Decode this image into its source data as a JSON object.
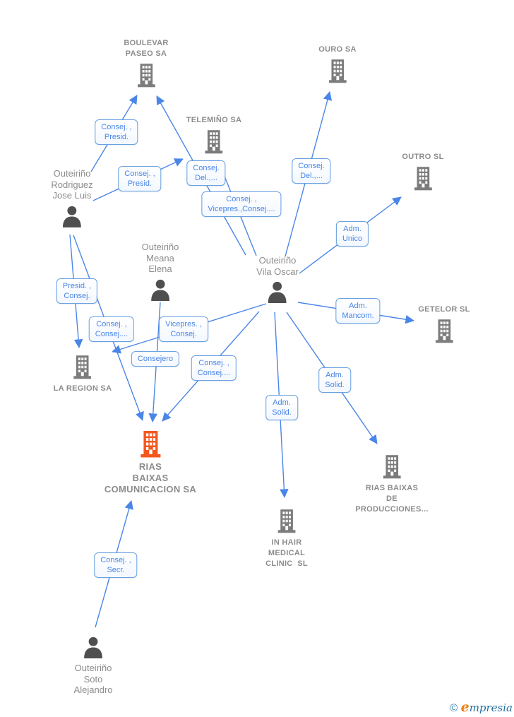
{
  "colors": {
    "edge_blue": "#4a86e8",
    "box_border_blue": "#6aa1e0",
    "box_text_blue": "#4a86e8",
    "label_gray": "#8c8c8c",
    "building_gray": "#7c7c7c",
    "person_gray": "#4f4f4f",
    "highlight_orange": "#f4581f",
    "watermark_blue": "#2a7ca7",
    "watermark_orange": "#ef8113"
  },
  "companies": [
    {
      "name": "BOULEVAR\nPASEO SA"
    },
    {
      "name": "OURO SA"
    },
    {
      "name": "TELEMIÑO SA"
    },
    {
      "name": "OUTRO SL"
    },
    {
      "name": "GETELOR SL"
    },
    {
      "name": "LA REGION SA"
    },
    {
      "name": "RIAS\nBAIXAS\nCOMUNICACION SA"
    },
    {
      "name": "RIAS BAIXAS\nDE\nPRODUCCIONES..."
    },
    {
      "name": "IN HAIR\nMEDICAL\nCLINIC  SL"
    }
  ],
  "persons": [
    {
      "name": "Outeiriño\nRodriguez\nJose Luis"
    },
    {
      "name": "Outeiriño\nMeana\nElena"
    },
    {
      "name": "Outeiriño\nVila Oscar"
    },
    {
      "name": "Outeiriño\nSoto\nAlejandro"
    }
  ],
  "edges": [
    {
      "from": "Outeiriño Rodriguez Jose Luis",
      "to": "BOULEVAR PASEO SA",
      "text": "Consej. ,\nPresid."
    },
    {
      "from": "Outeiriño Rodriguez Jose Luis",
      "to": "TELEMIÑO SA",
      "text": "Consej. ,\nPresid."
    },
    {
      "from": "Outeiriño Vila Oscar",
      "to": "BOULEVAR PASEO SA",
      "text": "Consej.\nDel.,..."
    },
    {
      "from": "Outeiriño Vila Oscar",
      "to": "TELEMIÑO SA",
      "text": "Consej. ,\nVicepres.,Consej...."
    },
    {
      "from": "Outeiriño Vila Oscar",
      "to": "OURO SA",
      "text": "Consej.\nDel.,..."
    },
    {
      "from": "Outeiriño Vila Oscar",
      "to": "OUTRO SL",
      "text": "Adm.\nUnico"
    },
    {
      "from": "Outeiriño Vila Oscar",
      "to": "GETELOR SL",
      "text": "Adm.\nMancom."
    },
    {
      "from": "Outeiriño Rodriguez Jose Luis",
      "to": "LA REGION SA",
      "text": "Presid. ,\nConsej."
    },
    {
      "from": "Outeiriño Rodriguez Jose Luis",
      "to": "RIAS BAIXAS COMUNICACION SA",
      "text": "Consej. ,\nConsej...."
    },
    {
      "from": "Outeiriño Vila Oscar",
      "to": "LA REGION SA",
      "text": "Vicepres. ,\nConsej."
    },
    {
      "from": "Outeiriño Meana Elena",
      "to": "RIAS BAIXAS COMUNICACION SA",
      "text": "Consejero"
    },
    {
      "from": "Outeiriño Vila Oscar",
      "to": "RIAS BAIXAS COMUNICACION SA",
      "text": "Consej. ,\nConsej...."
    },
    {
      "from": "Outeiriño Vila Oscar",
      "to": "RIAS BAIXAS DE PRODUCCIONES...",
      "text": "Adm.\nSolid."
    },
    {
      "from": "Outeiriño Vila Oscar",
      "to": "IN HAIR MEDICAL CLINIC SL",
      "text": "Adm.\nSolid."
    },
    {
      "from": "Outeiriño Soto Alejandro",
      "to": "RIAS BAIXAS COMUNICACION SA",
      "text": "Consej. ,\nSecr."
    }
  ],
  "watermark": {
    "symbol": "©",
    "brand_initial": "e",
    "brand_rest": "mpresia"
  }
}
